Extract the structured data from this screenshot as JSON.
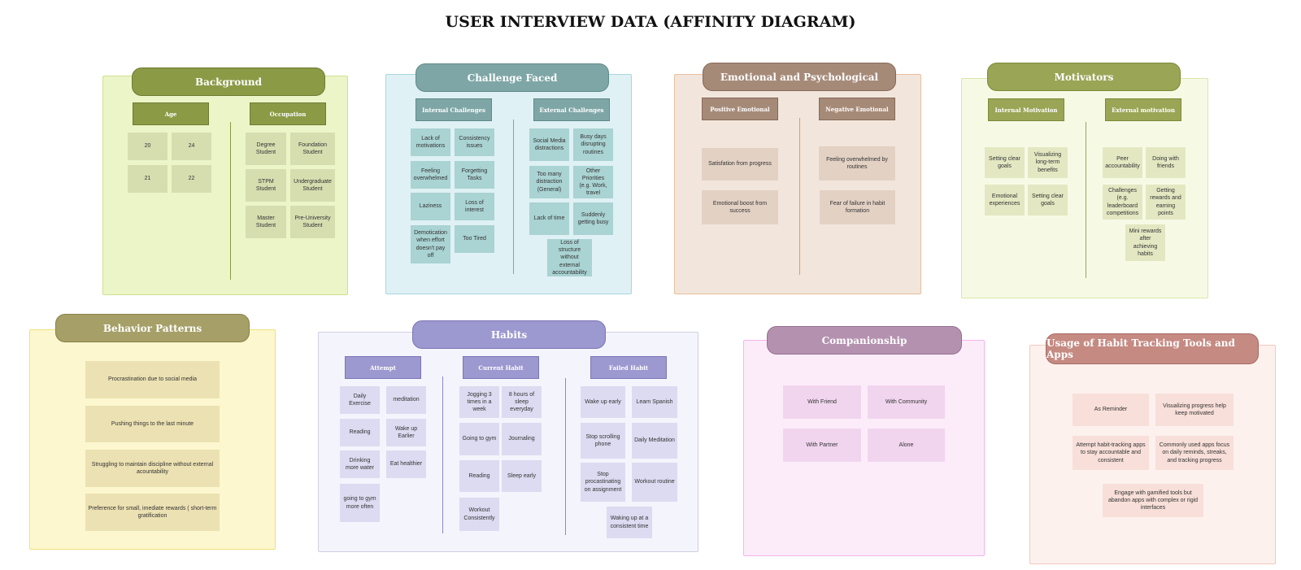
{
  "title": "USER INTERVIEW DATA (AFFINITY DIAGRAM)",
  "background": {
    "title": "Background",
    "age_header": "Age",
    "occupation_header": "Occupation",
    "ages": [
      "20",
      "24",
      "21",
      "22"
    ],
    "occupations": [
      "Degree Student",
      "Foundation Student",
      "STPM Student",
      "Undergraduate Student",
      "Master Student",
      "Pre-University Student"
    ]
  },
  "challenge": {
    "title": "Challenge Faced",
    "internal_header": "Internal Challenges",
    "external_header": "External Challenges",
    "internal": [
      "Lack of motivations",
      "Consistency issues",
      "Feeling overwhelmed",
      "Forgetting Tasks",
      "Laziness",
      "Loss of interest",
      "Demotication when effort doesn't pay off",
      "Too Tired"
    ],
    "external": [
      "Social Media distractions",
      "Busy days disrupting routines",
      "Too many distraction (General)",
      "Other Priorities (e.g. Work, travel",
      "Lack of time",
      "Suddenly getting busy",
      "Loss of structure without external accountability"
    ]
  },
  "emotional": {
    "title": "Emotional and Psychological",
    "positive_header": "Positive Emotional",
    "negative_header": "Negative Emotional",
    "positive": [
      "Satisfation from progress",
      "Emotional boost from success"
    ],
    "negative": [
      "Feeling overwhelmed by routines",
      "Fear of failure in habit formation"
    ]
  },
  "motivators": {
    "title": "Motivators",
    "internal_header": "Internal Motivation",
    "external_header": "External motivation",
    "internal": [
      "Setting clear goals",
      "Visualizing long-term benefits",
      "Emotional experiences",
      "Setting clear goals"
    ],
    "external": [
      "Peer accountability",
      "Doing with friends",
      "Challenges (e.g. leaderboard competitions",
      "Getting rewards and earning points",
      "Mini rewards after achieving habits"
    ]
  },
  "behavior": {
    "title": "Behavior Patterns",
    "items": [
      "Procrastination due to social media",
      "Pushing things to the last minute",
      "Struggling to maintain discipline without external acountability",
      "Preference for small, imediate rewards ( short-term gratification"
    ]
  },
  "habits": {
    "title": "Habits",
    "attempt_header": "Attempt",
    "current_header": "Current Habit",
    "failed_header": "Failed Habit",
    "attempt": [
      "Daily Exercise",
      "meditation",
      "Reading",
      "Wake up Earlier",
      "Drinking more water",
      "Eat healthier",
      "going to gym more often"
    ],
    "current": [
      "Jogging 3 times in a week",
      "8 hours of sleep everyday",
      "Going to gym",
      "Journaling",
      "Reading",
      "Sleep early",
      "Workout Consistently"
    ],
    "failed": [
      "Wake up early",
      "Learn Spanish",
      "Stop scrolling phone",
      "Daily Meditation",
      "Stop procastinating on assignment",
      "Workout routine",
      "Waking up at a consistent time"
    ]
  },
  "companionship": {
    "title": "Companionship",
    "items": [
      "With Friend",
      "With Community",
      "With Partner",
      "Alone"
    ]
  },
  "usage": {
    "title": "Usage of Habit Tracking Tools and Apps",
    "items": [
      "As Reminder",
      "Visualizing progress help keep motivated",
      "Attempt habit-tracking apps to stay accountable and consistent",
      "Commonly used apps focus on daily reminds, streaks, and tracking progress",
      "Engage with gamified tools but abandon apps with complex or rigid interfaces"
    ]
  },
  "colors": {
    "background_panel": "#ecf5c8",
    "background_pill": "#8b9a45",
    "challenge_panel": "#dff1f4",
    "challenge_pill": "#7fa6a6",
    "emotional_panel": "#f2e6dc",
    "emotional_pill": "#a68a78",
    "motivators_panel": "#f6fae5",
    "motivators_pill": "#9aa556",
    "behavior_panel": "#fdf7cf",
    "behavior_pill": "#a6a068",
    "habits_panel": "#f4f4fc",
    "habits_pill": "#9c98d0",
    "companionship_panel": "#fcecfa",
    "companionship_pill": "#b591b0",
    "usage_panel": "#fdf1ee",
    "usage_pill": "#c58a82"
  }
}
